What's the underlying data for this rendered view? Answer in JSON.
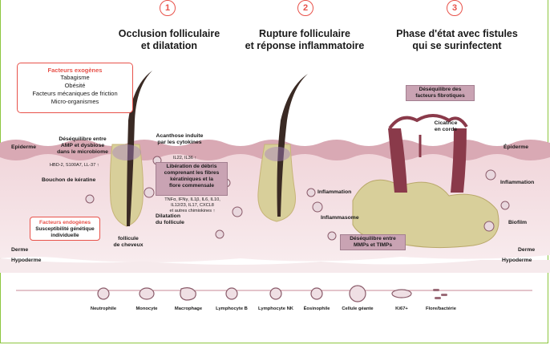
{
  "steps": [
    {
      "number": "1",
      "title_l1": "Occlusion folliculaire",
      "title_l2": "et dilatation"
    },
    {
      "number": "2",
      "title_l1": "Rupture folliculaire",
      "title_l2": "et réponse inflammatoire"
    },
    {
      "number": "3",
      "title_l1": "Phase d'état avec fistules",
      "title_l2": "qui se surinfectent"
    }
  ],
  "exogenous": {
    "title": "Facteurs exogènes",
    "items": [
      "Tabagisme",
      "Obésité",
      "Facteurs mécaniques de friction",
      "Micro-organismes"
    ]
  },
  "endogenous": {
    "title": "Facteurs endogènes",
    "line1": "Susceptibilité génétique",
    "line2": "individuelle"
  },
  "layers": {
    "epiderme_left": "Epiderme",
    "epiderme_right": "Épiderme",
    "derme_left": "Derme",
    "derme_right": "Derme",
    "hypoderme_left": "Hypoderme",
    "hypoderme_right": "Hypoderme"
  },
  "labels": {
    "amp_l1": "Déséquilibre entre",
    "amp_l2": "AMP et dysbiose",
    "amp_l3": "dans le microbiome",
    "hbd": "HBD-2, S100A7, LL-37 ↑",
    "bouchon": "Bouchon de kératine",
    "acanthose_l1": "Acanthose induite",
    "acanthose_l2": "par les cytokines",
    "il22": "IL22, IL36 ↑",
    "liberation_l1": "Libération de débris",
    "liberation_l2": "comprenant les fibres",
    "liberation_l3": "kératiniques et la",
    "liberation_l4": "flore commensale",
    "cytokines_l1": "TNFα, IFNγ, IL1β, IL6, IL10,",
    "cytokines_l2": "IL12/23, IL17, CXCL8",
    "cytokines_l3": "et autres chimiokines ↑",
    "dilatation_l1": "Dilatation",
    "dilatation_l2": "du follicule",
    "follicule_l1": "follicule",
    "follicule_l2": "de cheveux",
    "inflammation_2": "Inflammation",
    "inflammasome": "Inflammasome",
    "fibrotic_l1": "Déséquilibre des",
    "fibrotic_l2": "facteurs fibrotiques",
    "cicatrice_l1": "Cicatrice",
    "cicatrice_l2": "en corde",
    "inflammation_3": "Inflammation",
    "biofilm": "Biofilm",
    "mmp_l1": "Déséquilibre entre",
    "mmp_l2": "MMPs et TIMPs"
  },
  "legend": [
    {
      "label": "Neutrophile",
      "icon": "neutrophil-icon"
    },
    {
      "label": "Monocyte",
      "icon": "monocyte-icon"
    },
    {
      "label": "Macrophage",
      "icon": "macrophage-icon"
    },
    {
      "label": "Lymphocyte B",
      "icon": "lymphocyte-b-icon"
    },
    {
      "label": "Lymphocyte NK",
      "icon": "lymphocyte-nk-icon"
    },
    {
      "label": "Éosinophile",
      "icon": "eosinophil-icon"
    },
    {
      "label": "Cellule géante",
      "icon": "giant-cell-icon"
    },
    {
      "label": "Ki67+",
      "icon": "ki67-icon"
    },
    {
      "label": "Flore/bactérie",
      "icon": "bacteria-icon"
    }
  ],
  "colors": {
    "accent_red": "#e8524a",
    "frame_green": "#8dc63f",
    "skin_pink": "#e9c9cf",
    "dermis_pink": "#f3dfe2",
    "hair_dark": "#3a2a24",
    "pus_green": "#d6d4a0",
    "box_mauve": "#c9a3b3"
  }
}
